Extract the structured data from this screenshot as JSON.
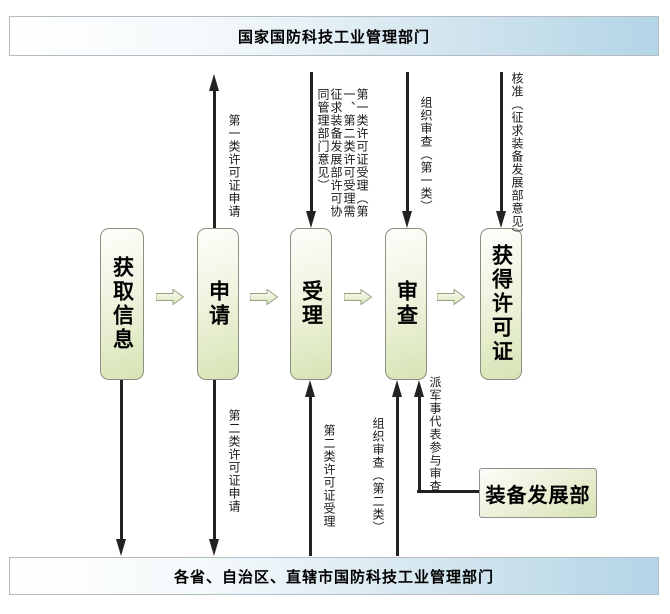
{
  "banners": {
    "top": "国家国防科技工业管理部门",
    "bottom": "各省、自治区、直辖市国防科技工业管理部门"
  },
  "flow": {
    "steps": [
      {
        "label": "获取信息"
      },
      {
        "label": "申请"
      },
      {
        "label": "受理"
      },
      {
        "label": "审查"
      },
      {
        "label": "获得许可证"
      }
    ]
  },
  "dept_box": {
    "label": "装备发展部"
  },
  "annotations": {
    "type1_apply": "第一类许可证申请",
    "type1_accept": "第一类许可证受理（第一、第二类许可受理需征求装备发展部许可协同管理部门意见）",
    "review_type1": "组织审查（第一类）",
    "approval": "核准（征求装备发展部意见）",
    "type2_apply": "第二类许可证申请",
    "type2_accept": "第二类许可证受理",
    "review_type2": "组织审查（第二类）",
    "military_rep": "派军事代表参与审查"
  },
  "colors": {
    "banner_blue": "#b3d5e6",
    "box_green": "#d7e4b4",
    "arrow_dark": "#222222"
  }
}
